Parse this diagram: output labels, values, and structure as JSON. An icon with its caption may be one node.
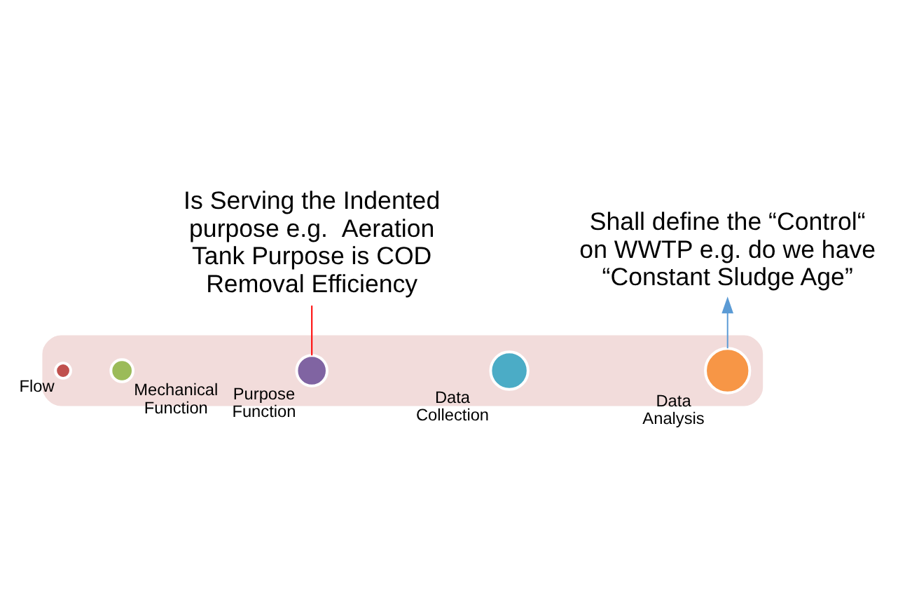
{
  "diagram": {
    "nodes": [
      {
        "text": [],
        "shape": "arrow"
      },
      {
        "text": [],
        "shape": "circle",
        "beside": [
          "Flow"
        ],
        "in": 0
      },
      {
        "text": [],
        "shape": "circle",
        "beside": [
          "Mechanical Function"
        ],
        "in": 0
      },
      {
        "text": [],
        "shape": "circle",
        "beside": [
          "Purpose Function"
        ],
        "in": 0
      },
      {
        "text": [],
        "shape": "circle",
        "beside": [
          "Data Collection"
        ],
        "in": 0
      },
      {
        "text": [],
        "shape": "circle",
        "beside": [
          "Data Analysis"
        ],
        "in": 0
      },
      {
        "text": [
          "Is Serving the Indented purpose e.g.  Aeration Tank Purpose is COD Removal Efficiency"
        ]
      },
      {
        "text": [
          "Shall define the “Control“ on WWTP e.g. do we have “Constant Sludge Age”"
        ]
      }
    ],
    "edges": [
      {
        "from": 6,
        "to": 3,
        "arrow": "none",
        "color": "#ff0000"
      },
      {
        "from": 5,
        "to": 7,
        "arrow": "to",
        "color": "#5b9bd5"
      }
    ]
  }
}
